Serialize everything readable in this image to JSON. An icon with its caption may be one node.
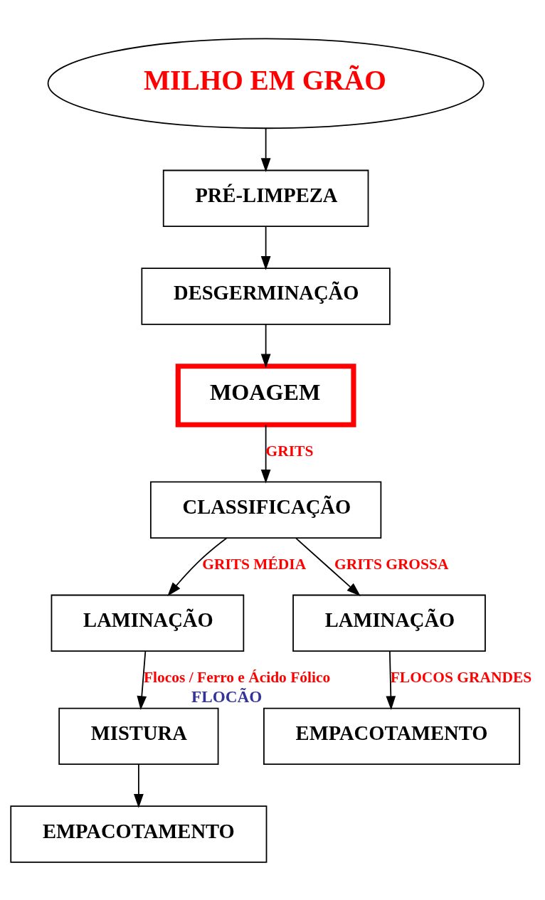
{
  "diagram": {
    "nodes": [
      {
        "text": [
          "MILHO EM GRÃO"
        ]
      },
      {
        "text": [
          "PRÉ-LIMPEZA"
        ]
      },
      {
        "text": [
          "DESGERMINAÇÃO"
        ]
      },
      {
        "text": [
          "MOAGEM"
        ]
      },
      {
        "text": [
          "CLASSIFICAÇÃO"
        ]
      },
      {
        "text": [
          "LAMINAÇÃO"
        ]
      },
      {
        "text": [
          "LAMINAÇÃO"
        ]
      },
      {
        "text": [
          "MISTURA"
        ]
      },
      {
        "text": [
          "EMPACOTAMENTO"
        ],
        "beside": [
          "FLOCÃO"
        ]
      },
      {
        "text": [
          "EMPACOTAMENTO"
        ]
      }
    ],
    "edges": [
      {
        "from": 0,
        "to": 1,
        "arrow": "to"
      },
      {
        "from": 1,
        "to": 2,
        "arrow": "to"
      },
      {
        "from": 2,
        "to": 3,
        "arrow": "to"
      },
      {
        "from": 3,
        "to": 4,
        "arrow": "to",
        "label": "GRITS"
      },
      {
        "from": 4,
        "to": 5,
        "arrow": "to",
        "label": "GRITS MÉDIA"
      },
      {
        "from": 4,
        "to": 6,
        "arrow": "to",
        "label": "GRITS GROSSA"
      },
      {
        "from": 5,
        "to": 7,
        "arrow": "to",
        "label": "Flocos / Ferro e Ácido Fólico"
      },
      {
        "from": 6,
        "to": 8,
        "arrow": "to",
        "label": "FLOCOS GRANDES"
      },
      {
        "from": 7,
        "to": 9,
        "arrow": "to"
      }
    ]
  }
}
